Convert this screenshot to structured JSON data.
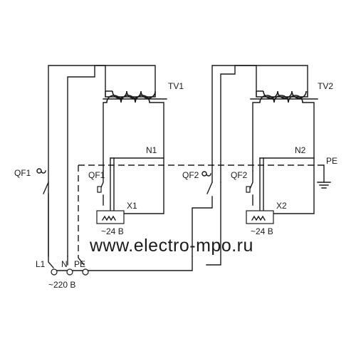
{
  "labels": {
    "tv1": "TV1",
    "tv2": "TV2",
    "n1": "N1",
    "n2": "N2",
    "pe_right": "PE",
    "qf1": "QF1",
    "qf2": "QF2",
    "qf1_secondary": "QF1",
    "qf2_secondary": "QF2",
    "x1": "X1",
    "x2": "X2",
    "out1_voltage": "~24 B",
    "out2_voltage": "~24 B",
    "l1": "L1",
    "n": "N",
    "pe": "PE",
    "input_voltage": "~220 B"
  },
  "watermark": "www.electro-mpo.ru",
  "colors": {
    "line": "#1a1a1a",
    "watermark": "#c9c9c9",
    "background": "#ffffff"
  }
}
